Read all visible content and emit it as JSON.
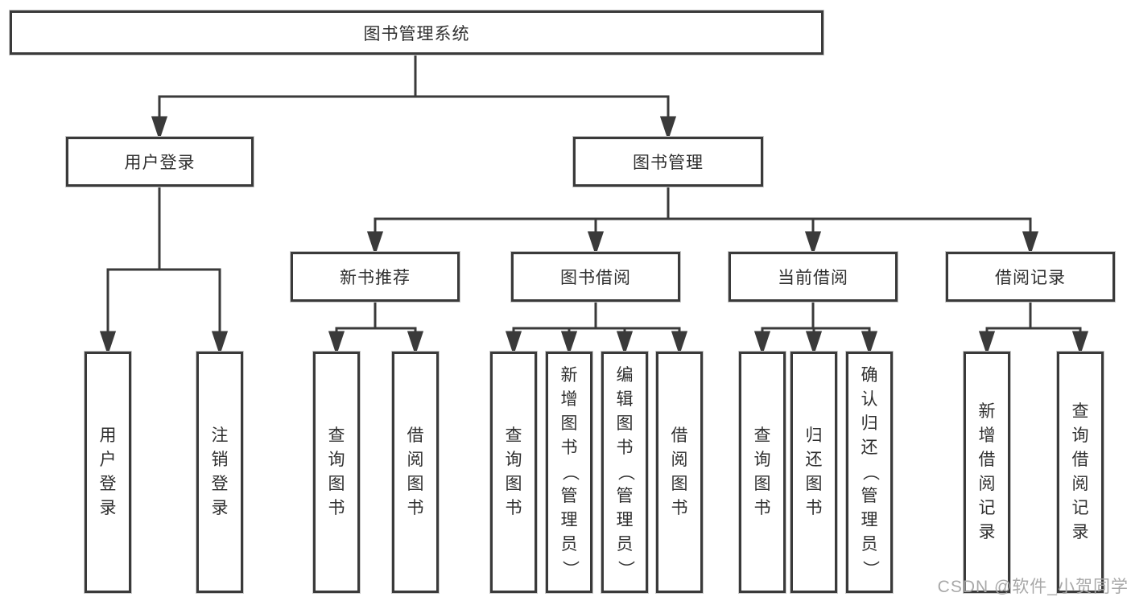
{
  "diagram": {
    "type": "hierarchy",
    "root": {
      "label": "图书管理系统"
    },
    "level2": {
      "user_login": {
        "label": "用户登录"
      },
      "book_management": {
        "label": "图书管理"
      }
    },
    "level3": {
      "new_book_recommend": {
        "label": "新书推荐",
        "parent": "图书管理"
      },
      "book_borrowing": {
        "label": "图书借阅",
        "parent": "图书管理"
      },
      "current_borrowing": {
        "label": "当前借阅",
        "parent": "图书管理"
      },
      "borrowing_records": {
        "label": "借阅记录",
        "parent": "图书管理"
      }
    },
    "leaves": {
      "user_login": [
        "用户登录",
        "注销登录"
      ],
      "new_book_recommend": [
        "查询图书",
        "借阅图书"
      ],
      "book_borrowing": [
        "查询图书",
        "新增图书（管理员）",
        "编辑图书（管理员）",
        "借阅图书"
      ],
      "current_borrowing": [
        "查询图书",
        "归还图书",
        "确认归还（管理员）"
      ],
      "borrowing_records": [
        "新增借阅记录",
        "查询借阅记录"
      ]
    }
  },
  "watermark": "CSDN @软件_小贺同学",
  "colors": {
    "line": "#3a3a3a",
    "border": "#3a3a3a",
    "text": "#2f2f2f",
    "watermark_text": "#a8a8a8",
    "background": "#ffffff"
  }
}
